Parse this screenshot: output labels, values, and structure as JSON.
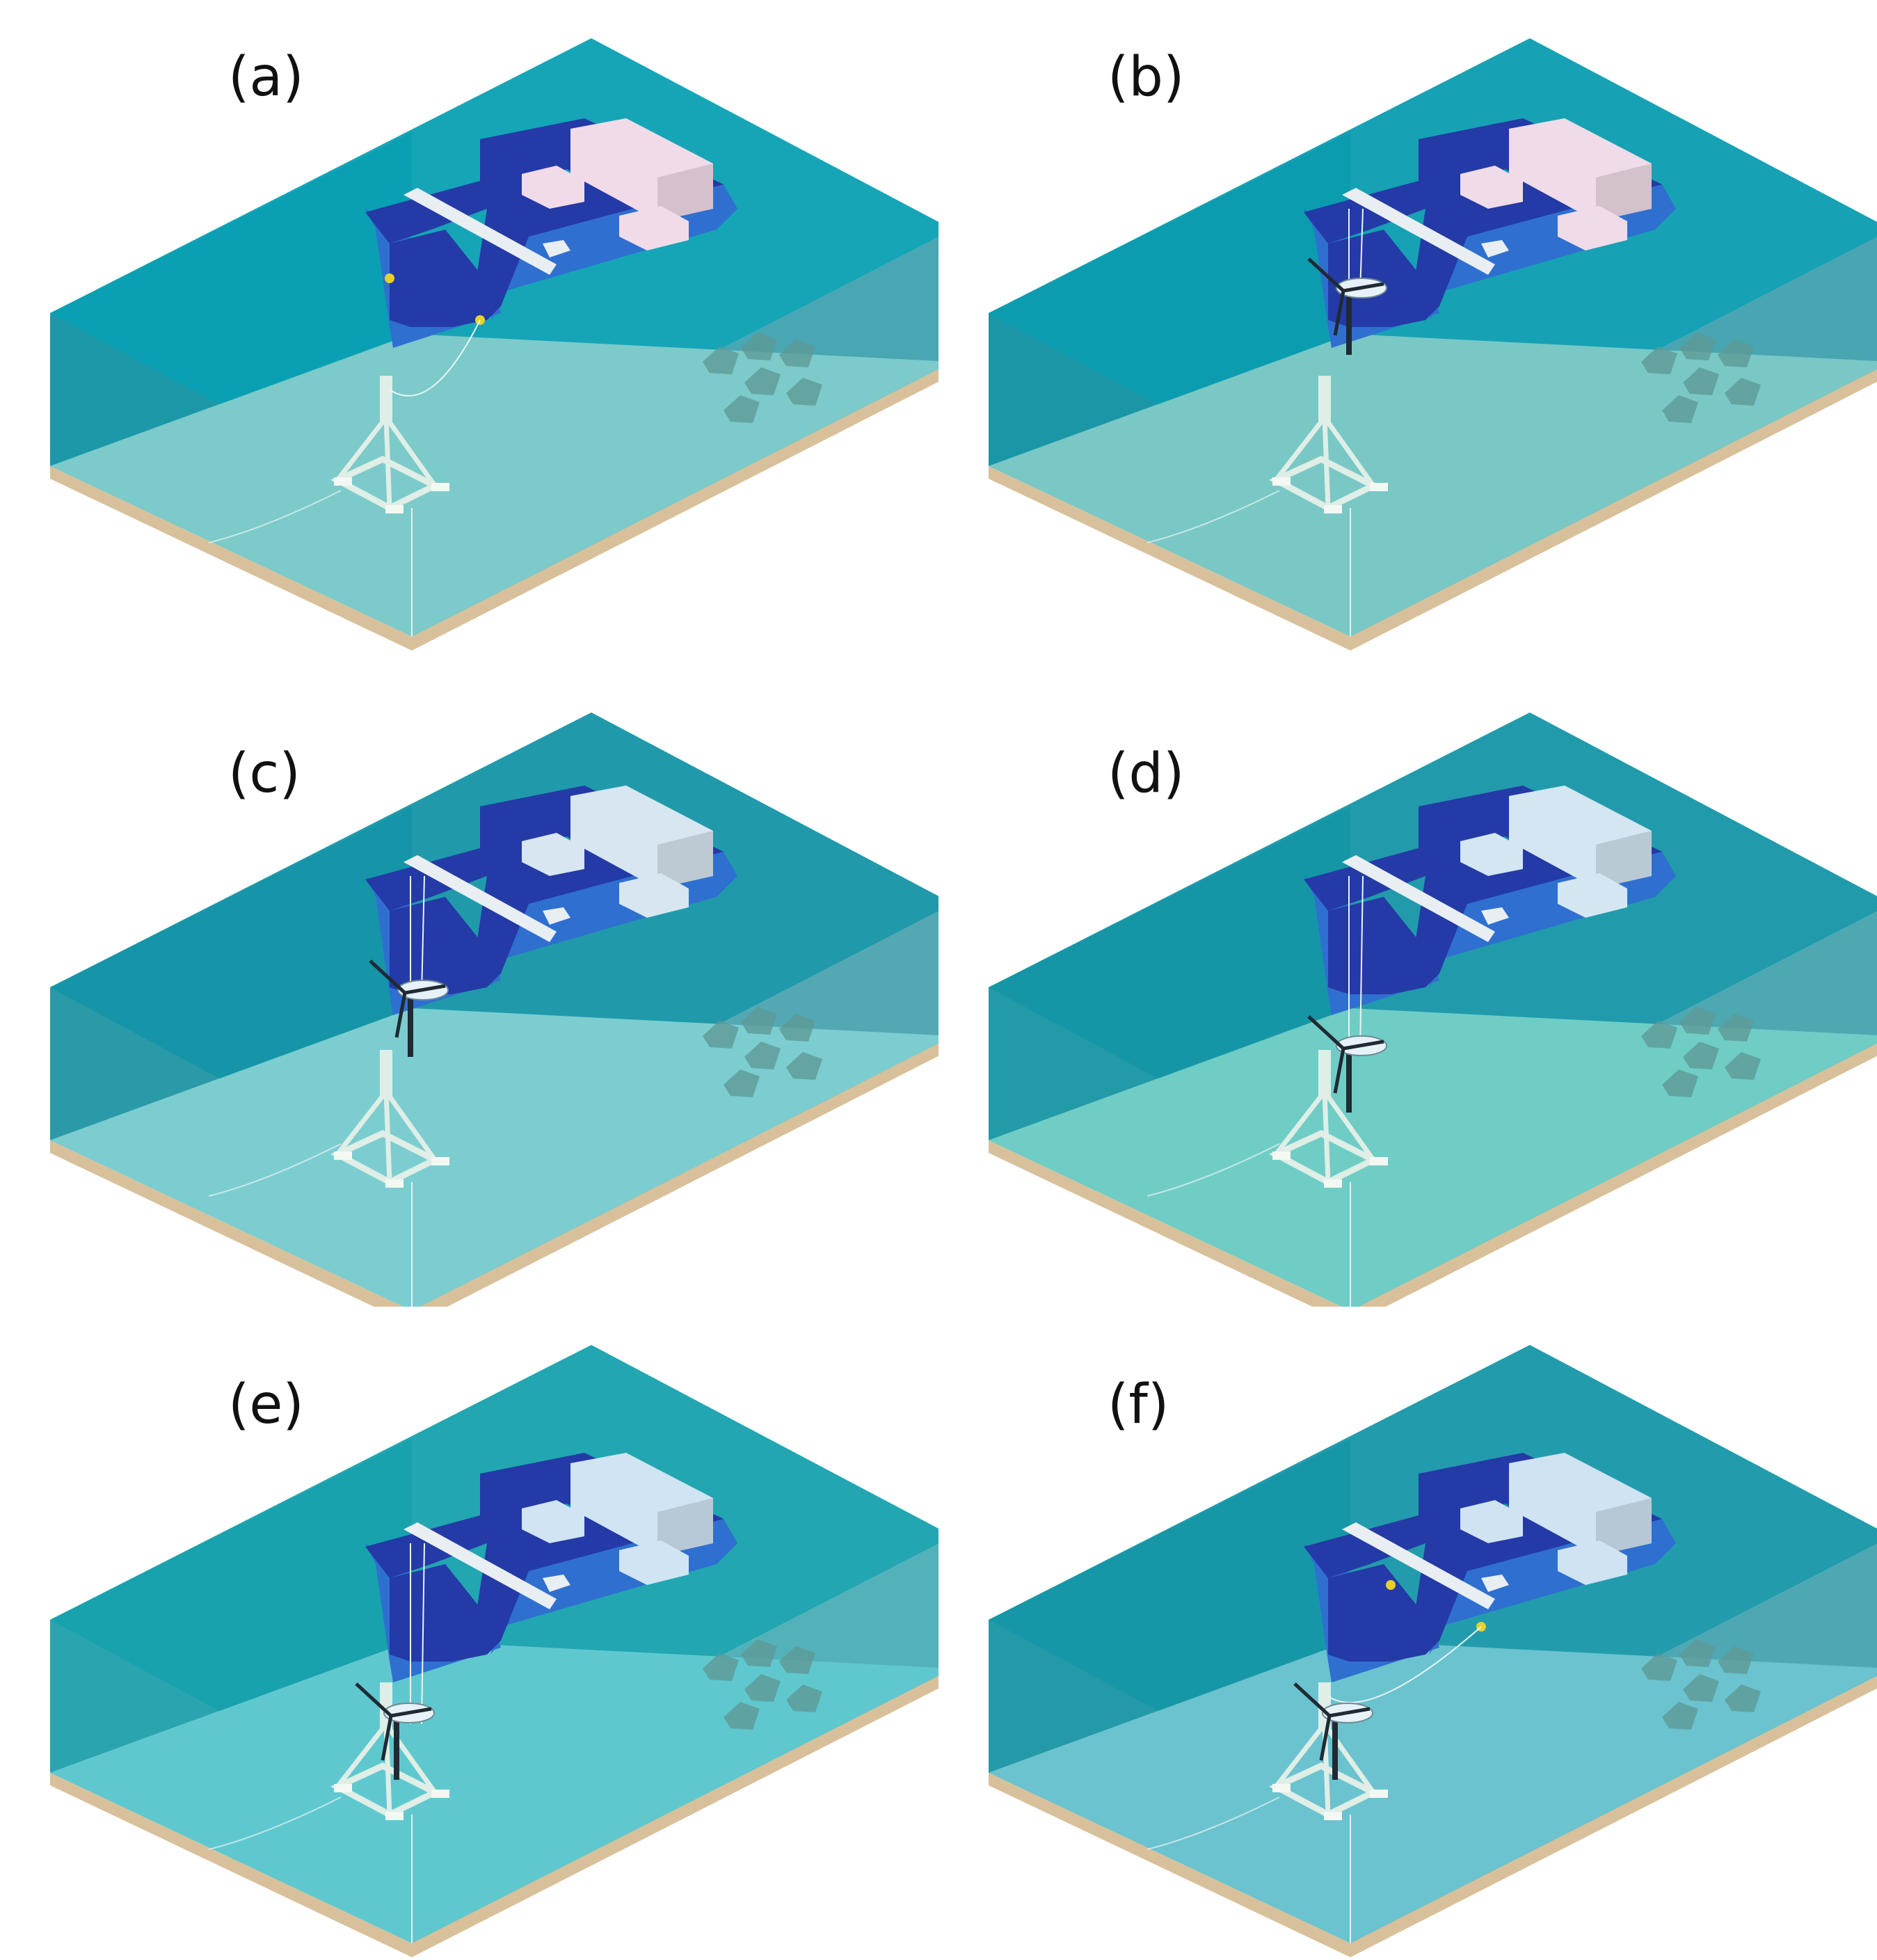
{
  "figure": {
    "panels": [
      {
        "id": "a",
        "label": "(a)",
        "stage": 0,
        "water_top": "#0aa0b3",
        "water_side": "#1c98a8",
        "seabed": "#7ccaca",
        "ship_deck": "#f2dbe9"
      },
      {
        "id": "b",
        "label": "(b)",
        "stage": 1,
        "water_top": "#0b9cb0",
        "water_side": "#1b96a6",
        "seabed": "#79c8c6",
        "ship_deck": "#f0dbe8"
      },
      {
        "id": "c",
        "label": "(c)",
        "stage": 2,
        "water_top": "#1495a6",
        "water_side": "#2a9aa8",
        "seabed": "#7ccdd0",
        "ship_deck": "#d7e6f0"
      },
      {
        "id": "d",
        "label": "(d)",
        "stage": 3,
        "water_top": "#1596a6",
        "water_side": "#239aa7",
        "seabed": "#6fcdc6",
        "ship_deck": "#d3e6f2"
      },
      {
        "id": "e",
        "label": "(e)",
        "stage": 4,
        "water_top": "#16a1ad",
        "water_side": "#2aa5b0",
        "seabed": "#5fc8cf",
        "ship_deck": "#d0e4f4"
      },
      {
        "id": "f",
        "label": "(f)",
        "stage": 5,
        "water_top": "#1697a8",
        "water_side": "#249aa8",
        "seabed": "#6bc3cf",
        "ship_deck": "#cfe3f3"
      }
    ],
    "colors": {
      "sand": "#d8c09a",
      "ship_hull": "#243aa6",
      "ship_hull_side": "#2f6fd0",
      "crane": "#e8eef2",
      "foundation": "#dfeee6",
      "turbine": "#1f2a33",
      "rocks": "#5e9a96",
      "buoy": "#e6d12a",
      "cable": "#eaf4f4"
    }
  }
}
